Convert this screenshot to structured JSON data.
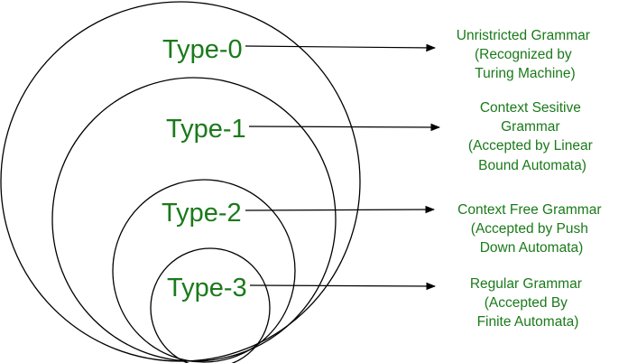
{
  "colors": {
    "label": "#1a7a1a",
    "stroke": "#000000",
    "background": "#ffffff"
  },
  "levels": [
    {
      "type_label": "Type-0",
      "description_lines": [
        "Unristricted Grammar",
        "(Recognized by",
        "Turing Machine)"
      ]
    },
    {
      "type_label": "Type-1",
      "description_lines": [
        "Context Sesitive",
        "Grammar",
        "(Accepted by Linear",
        "Bound Automata)"
      ]
    },
    {
      "type_label": "Type-2",
      "description_lines": [
        "Context Free Grammar",
        "(Accepted by Push",
        "Down Automata)"
      ]
    },
    {
      "type_label": "Type-3",
      "description_lines": [
        "Regular Grammar",
        "(Accepted By",
        "Finite Automata)"
      ]
    }
  ]
}
